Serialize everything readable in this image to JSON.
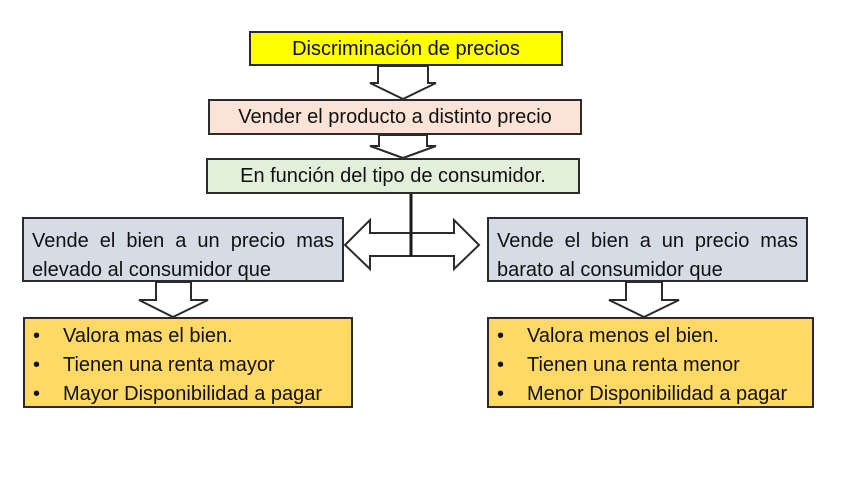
{
  "diagram": {
    "title": "Discriminación de precios",
    "step1": "Vender el producto a distinto precio",
    "step2": "En función del tipo de consumidor.",
    "left": {
      "description": "Vende el bien a un precio mas elevado al consumidor que",
      "items": [
        "Valora mas el bien.",
        "Tienen una renta mayor",
        "Mayor Disponibilidad a pagar"
      ]
    },
    "right": {
      "description": "Vende el bien a un precio mas barato al consumidor que",
      "items": [
        "Valora menos el bien.",
        "Tienen una renta menor",
        "Menor Disponibilidad a pagar"
      ]
    },
    "bullet_glyph": "•",
    "colors": {
      "title_fill": "#ffff00",
      "step1_fill": "#fbe3d6",
      "step2_fill": "#e2efda",
      "description_fill": "#d6dce5",
      "list_fill": "#ffd966",
      "border": "#2b2b2b"
    }
  }
}
